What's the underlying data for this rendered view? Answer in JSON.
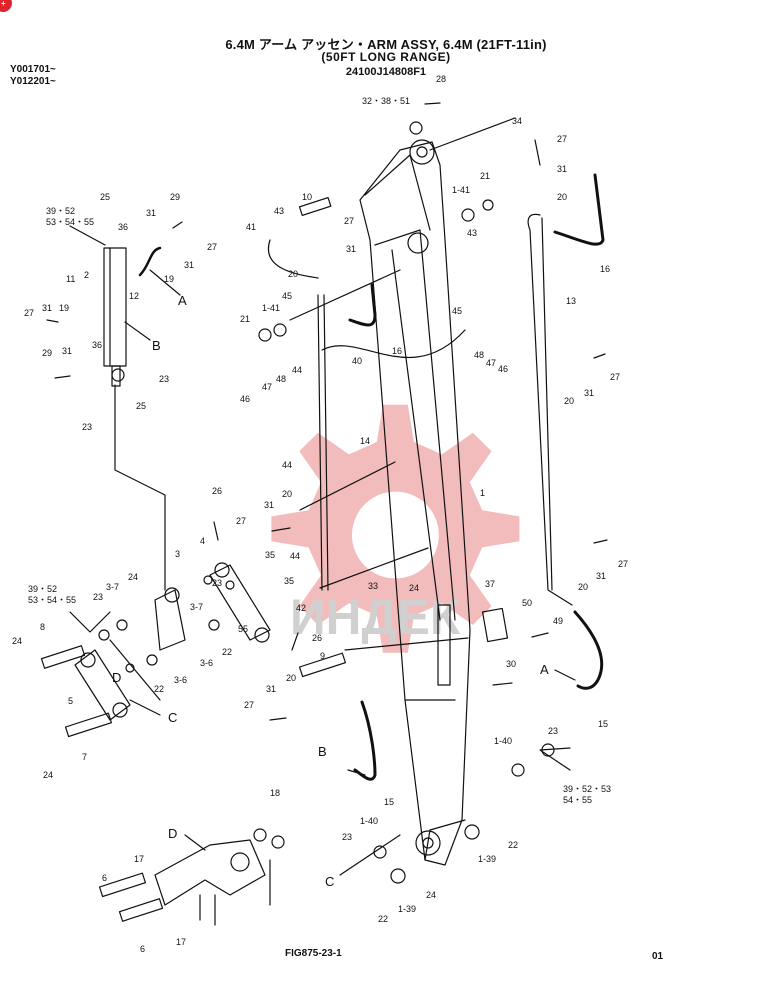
{
  "header": {
    "title": "6.4M アーム アッセン・ARM ASSY, 6.4M (21FT-11in)",
    "subtitle": "(50FT LONG RANGE)",
    "part_number": "24100J14808F1"
  },
  "serials": [
    "Y001701~",
    "Y012201~"
  ],
  "footer": {
    "figure_id": "FIG875-23-1",
    "page": "01"
  },
  "colors": {
    "line": "#111111",
    "watermark": "#f2b8b8"
  },
  "watermark": {
    "text": "ИНДЕК"
  },
  "callouts": {
    "c28": "28",
    "c32": "32・38・51",
    "c34": "34",
    "c27a": "27",
    "c31a": "31",
    "c20a": "20",
    "c16a": "16",
    "c10": "10",
    "c43a": "43",
    "c27b": "27",
    "c41": "41",
    "c31b": "31",
    "c20b": "20",
    "c45a": "45",
    "c141a": "1-41",
    "c21a": "21",
    "c16b": "16",
    "c21b": "21",
    "c141b": "1-41",
    "c43b": "43",
    "c45b": "45",
    "c48a": "48",
    "c47a": "47",
    "c46a": "46",
    "c13": "13",
    "c27c": "27",
    "c31c": "31",
    "c20c": "20",
    "c40": "40",
    "c44a": "44",
    "c48b": "48",
    "c47b": "47",
    "c46b": "46",
    "c14": "14",
    "c44b": "44",
    "c20d": "20",
    "c31d": "31",
    "c27d": "27",
    "c44c": "44",
    "c1": "1",
    "c26a": "26",
    "c24a": "24",
    "c35a": "35",
    "c35b": "35",
    "c42": "42",
    "c33": "33",
    "c37": "37",
    "c50": "50",
    "c49": "49",
    "c20e": "20",
    "c31e": "31",
    "c27e": "27",
    "c26b": "26",
    "c9": "9",
    "c30": "30",
    "c20f": "20",
    "c31f": "31",
    "c27f": "27",
    "c15a": "15",
    "c15b": "15",
    "c140a": "1-40",
    "c23a": "23",
    "c3952b": "39・52・53",
    "c5455b": "54・55",
    "c140b": "1-40",
    "c23b": "23",
    "c22a": "22",
    "c139a": "1-39",
    "c24b": "24",
    "c22b": "22",
    "c139b": "1-39",
    "c25a": "25",
    "c29": "29",
    "c3952a": "39・52",
    "c5355a": "53・54・55",
    "c36a": "36",
    "c31g": "31",
    "c27g": "27",
    "c31h": "31",
    "c19a": "19",
    "c12": "12",
    "c2": "2",
    "c11": "11",
    "c27h": "27",
    "c31i": "31",
    "c19b": "19",
    "c36b": "36",
    "c29b": "29",
    "c31j": "31",
    "c23c": "23",
    "c25b": "25",
    "c23d": "23",
    "c3": "3",
    "c4": "4",
    "c37s": "3-7",
    "c37t": "3-7",
    "c24c": "24",
    "c23e": "23",
    "c23f": "23",
    "c3952c": "39・52",
    "c5355c": "53・54・55",
    "c55": "55",
    "c22c": "22",
    "c36s": "3-6",
    "c36t": "3-6",
    "c22d": "22",
    "c8": "8",
    "c24d": "24",
    "c5": "5",
    "c7": "7",
    "c24e": "24",
    "c18": "18",
    "c17a": "17",
    "c6a": "6",
    "c6b": "6",
    "c17b": "17"
  },
  "refs": {
    "A1": "A",
    "A2": "A",
    "B1": "B",
    "B2": "B",
    "C1": "C",
    "C2": "C",
    "D1": "D",
    "D2": "D"
  }
}
